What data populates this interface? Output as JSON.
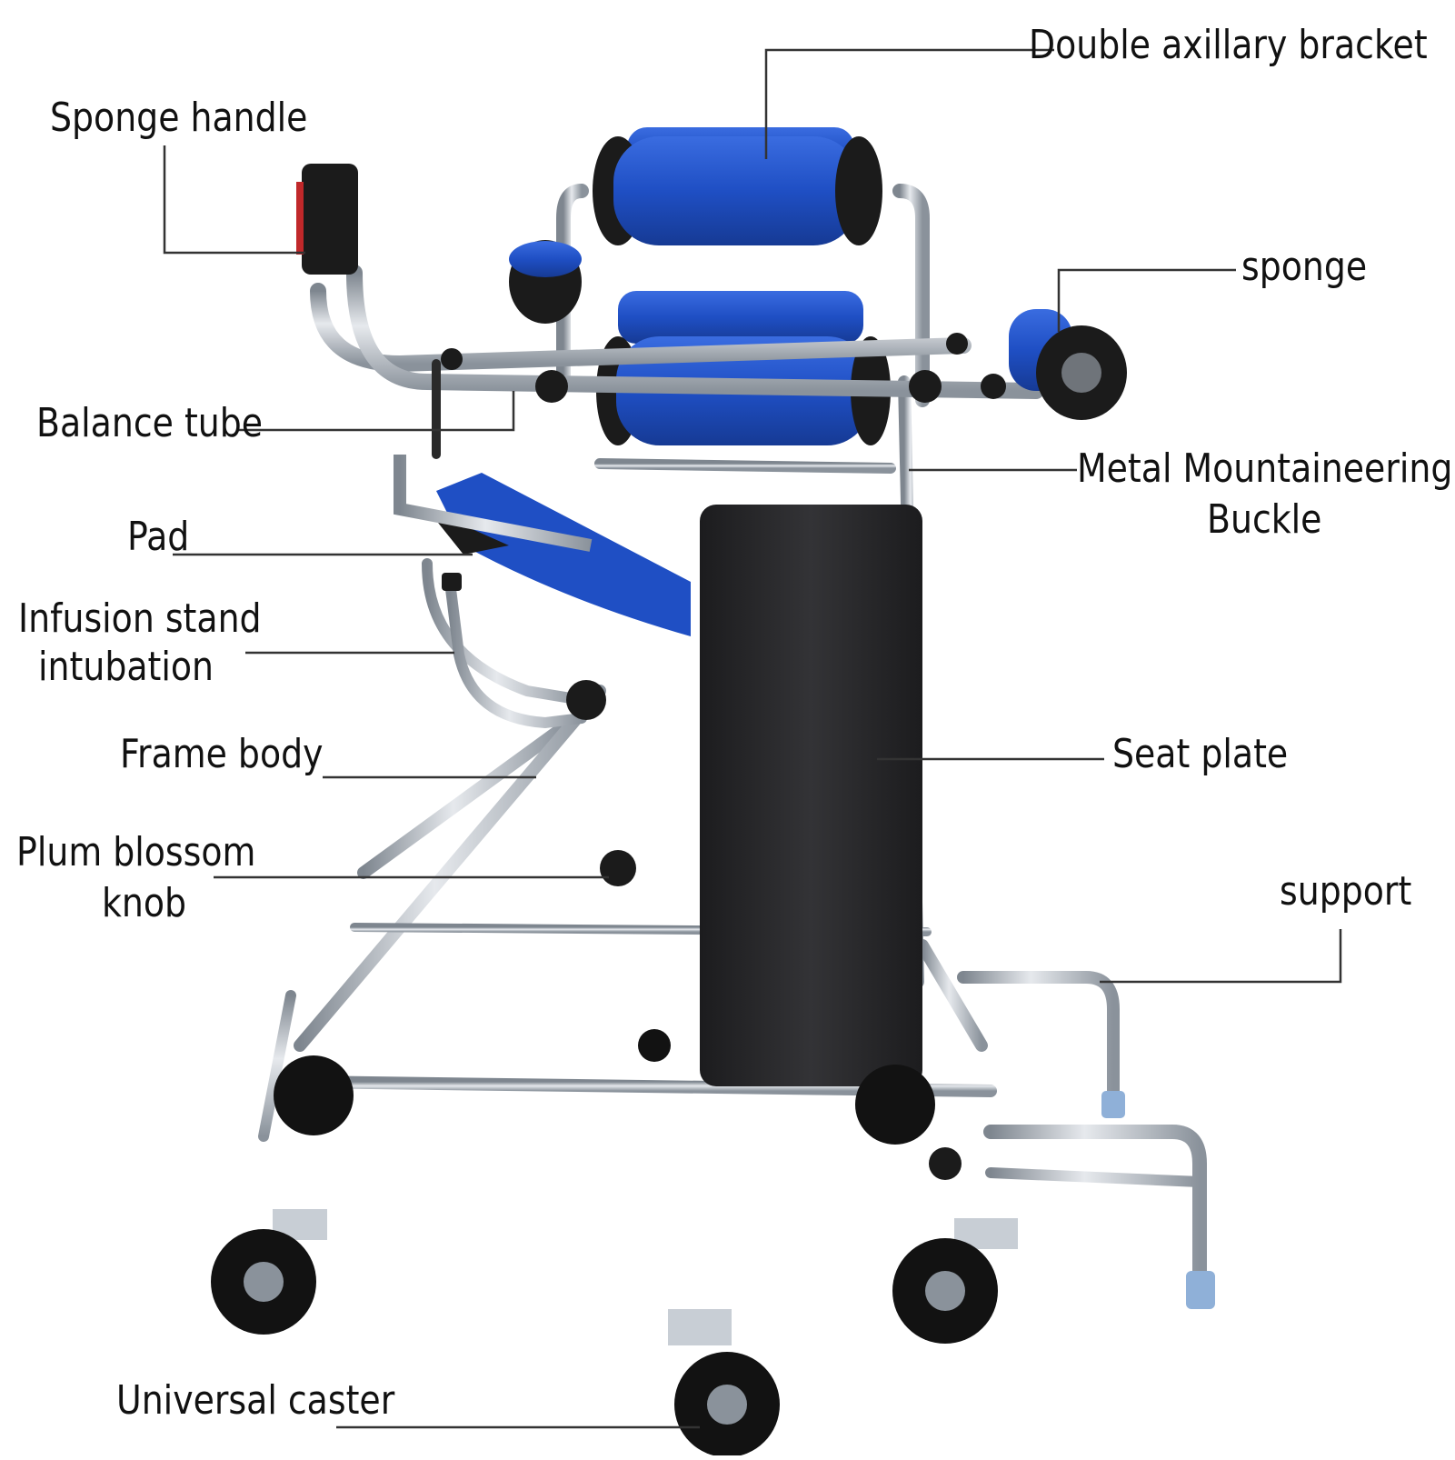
{
  "labels": {
    "double_axillary_bracket": "Double axillary bracket",
    "sponge_handle": "Sponge handle",
    "sponge": "sponge",
    "balance_tube": "Balance tube",
    "metal_buckle_line1": "Metal Mountaineering",
    "metal_buckle_line2": "Buckle",
    "pad": "Pad",
    "infusion_line1": "Infusion stand",
    "infusion_line2": "intubation",
    "frame_body": "Frame body",
    "seat_plate": "Seat plate",
    "plum_line1": "Plum blossom",
    "plum_line2": "knob",
    "support": "support",
    "universal_caster": "Universal caster"
  },
  "colors": {
    "frame": "#b9bfc6",
    "frame_dark": "#7e868f",
    "cushion_blue": "#1f4fc4",
    "cushion_black": "#1b1b1b",
    "seat_plate": "#2a2a2c",
    "leader": "#333333",
    "tip": "#8fb0d8"
  }
}
